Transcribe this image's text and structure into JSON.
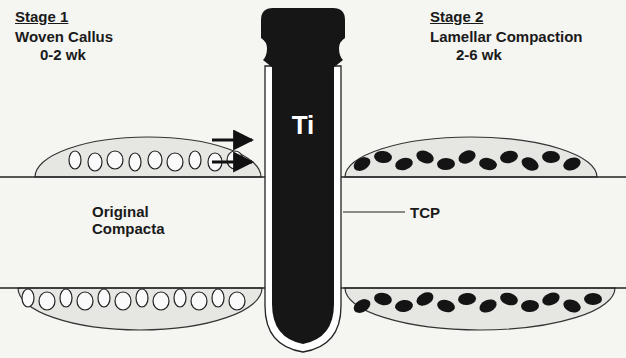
{
  "diagram": {
    "nodes": [
      {
        "text": [
          "Ti"
        ]
      }
    ],
    "labels": [
      "Stage 1",
      "Woven Callus",
      "0-2 wk",
      "Stage 2",
      "Lamellar Compaction",
      "2-6 wk",
      "Original Compacta",
      "TCP"
    ]
  }
}
